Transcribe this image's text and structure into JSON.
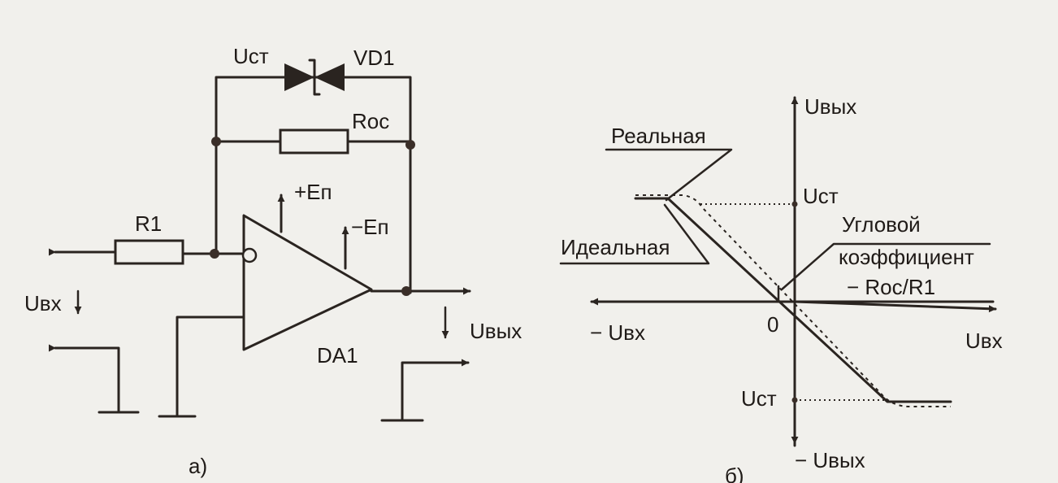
{
  "circuit": {
    "labels": {
      "u_st": "Uст",
      "vd1": "VD1",
      "r_oc": "Roc",
      "r1": "R1",
      "plus_ep": "+Eп",
      "minus_ep": "−Eп",
      "u_in": "Uвх",
      "u_out": "Uвых",
      "da1": "DA1"
    },
    "caption": "а)"
  },
  "characteristic": {
    "axis_labels": {
      "y_pos": "Uвых",
      "y_neg": "− Uвых",
      "x_pos": "Uвх",
      "x_neg": "− Uвх",
      "origin": "0"
    },
    "level_labels": {
      "top": "Uст",
      "bottom": "Uст"
    },
    "callouts": {
      "real": "Реальная",
      "ideal": "Идеальная",
      "slope_line1": "Угловой",
      "slope_line2": "коэффициент",
      "slope_value": "− Roc/R1"
    },
    "caption": "б)"
  }
}
